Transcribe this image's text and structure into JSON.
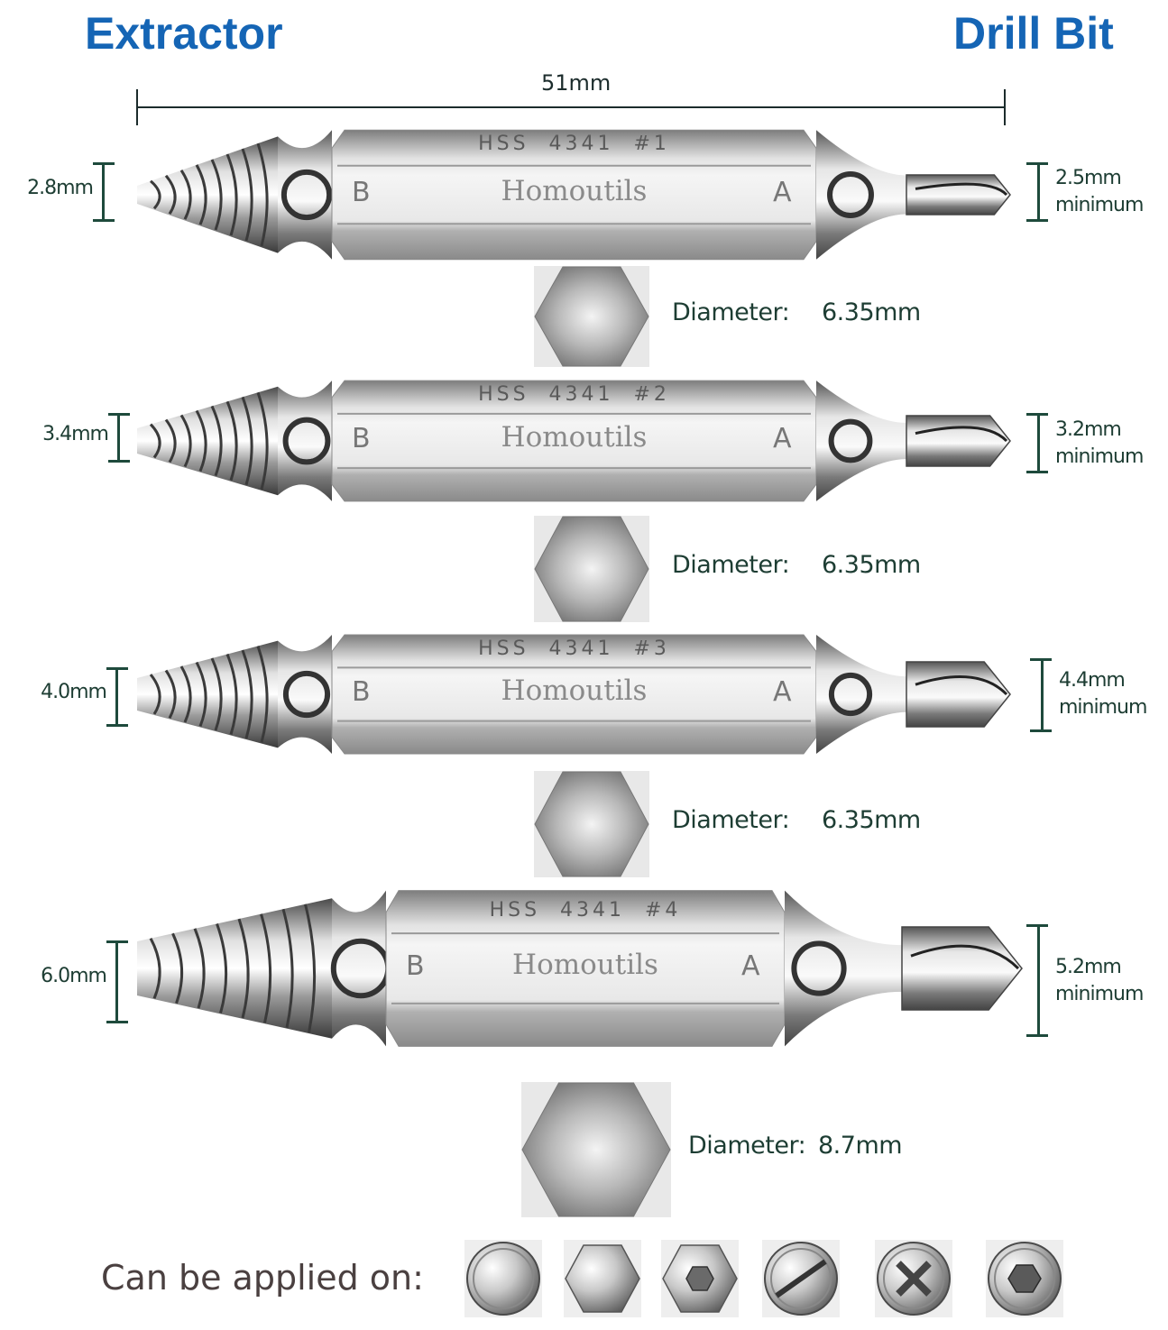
{
  "header": {
    "left_title": "Extractor",
    "right_title": "Drill Bit"
  },
  "overall_length": "51mm",
  "bits": [
    {
      "marking": "HSS  4341  #1",
      "brand": "Homoutils",
      "end_b": "B",
      "end_a": "A",
      "extractor_size": "2.8mm",
      "drill_size": "2.5mm",
      "drill_note": "minimum",
      "hex_label": "Diameter:",
      "hex_value": "6.35mm"
    },
    {
      "marking": "HSS  4341  #2",
      "brand": "Homoutils",
      "end_b": "B",
      "end_a": "A",
      "extractor_size": "3.4mm",
      "drill_size": "3.2mm",
      "drill_note": "minimum",
      "hex_label": "Diameter:",
      "hex_value": "6.35mm"
    },
    {
      "marking": "HSS  4341  #3",
      "brand": "Homoutils",
      "end_b": "B",
      "end_a": "A",
      "extractor_size": "4.0mm",
      "drill_size": "4.4mm",
      "drill_note": "minimum",
      "hex_label": "Diameter:",
      "hex_value": "6.35mm"
    },
    {
      "marking": "HSS  4341  #4",
      "brand": "Homoutils",
      "end_b": "B",
      "end_a": "A",
      "extractor_size": "6.0mm",
      "drill_size": "5.2mm",
      "drill_note": "minimum",
      "hex_label": "Diameter:",
      "hex_value": "8.7mm"
    }
  ],
  "applied_on": {
    "label": "Can be applied on:",
    "screw_heads": [
      "round-head-icon",
      "hex-head-icon",
      "hex-socket-icon",
      "slotted-head-icon",
      "phillips-head-icon",
      "socket-cap-icon"
    ]
  },
  "colors": {
    "header_blue": "#1565b5",
    "dimension_green": "#1e4a3c",
    "steel": "#bdbdbd"
  }
}
